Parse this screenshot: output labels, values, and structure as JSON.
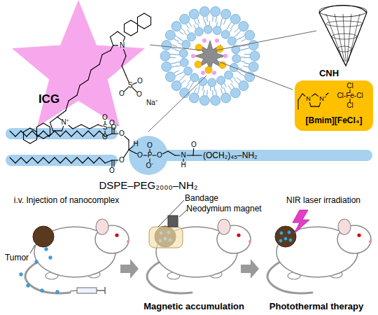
{
  "diagram": {
    "nodes": [
      {
        "text": [
          "ICG"
        ]
      },
      {
        "text": [
          "[Bmim][FeCl₄]",
          "N",
          "N⁺",
          "Cl",
          "Cl-Fe-Cl",
          "Cl"
        ]
      },
      {
        "text": [
          "DSPE–PEG₂₀₀₀–NH₂"
        ]
      }
    ],
    "labels": [
      "CNH",
      "N⁺",
      "S",
      "O",
      "O",
      "O⁻",
      "N",
      "S",
      "O",
      "O",
      "O",
      "Na⁺",
      "O",
      "O",
      "O",
      "O",
      "H",
      "O",
      "P",
      "O",
      "O",
      "O⁻",
      "N",
      "H",
      "O",
      "(OCH₂)₄₅–NH₂",
      "i.v. Injection of nanocomplex",
      "Tumor",
      "Bandage",
      "Neodymium magnet",
      "NIR laser irradiation",
      "Magnetic accumulation",
      "Photothermal therapy"
    ]
  }
}
